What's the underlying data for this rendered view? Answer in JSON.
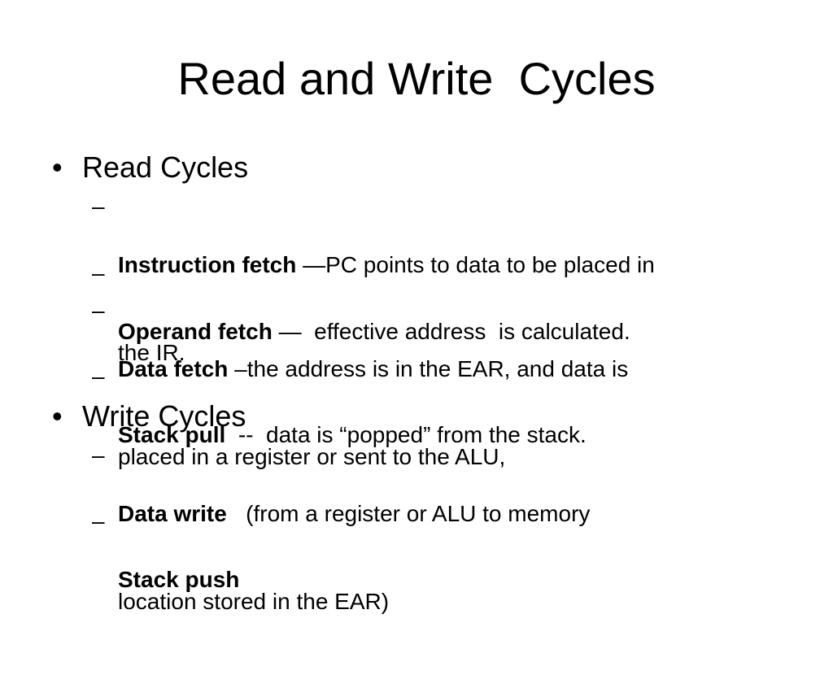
{
  "slide": {
    "title": "Read and Write  Cycles",
    "sections": [
      {
        "heading": "Read Cycles",
        "items": [
          {
            "term": "Instruction fetch",
            "line1": " —PC points to data to be placed in",
            "line2": "the IR."
          },
          {
            "term": "Operand fetch",
            "line1": " —  effective address  is calculated."
          },
          {
            "term": "Data fetch",
            "line1": " –the address is in the EAR, and data is",
            "line2": "placed in a register or sent to the ALU,"
          },
          {
            "term": "Stack pull",
            "line1": "  --  data is “popped” from the stack."
          }
        ]
      },
      {
        "heading": "Write Cycles",
        "items": [
          {
            "term": "Data write",
            "line1": "   (from a register or ALU to memory",
            "line2": "location stored in the EAR)"
          },
          {
            "term": "Stack push"
          }
        ]
      }
    ],
    "bullet_char": "•",
    "dash_char": "–"
  }
}
